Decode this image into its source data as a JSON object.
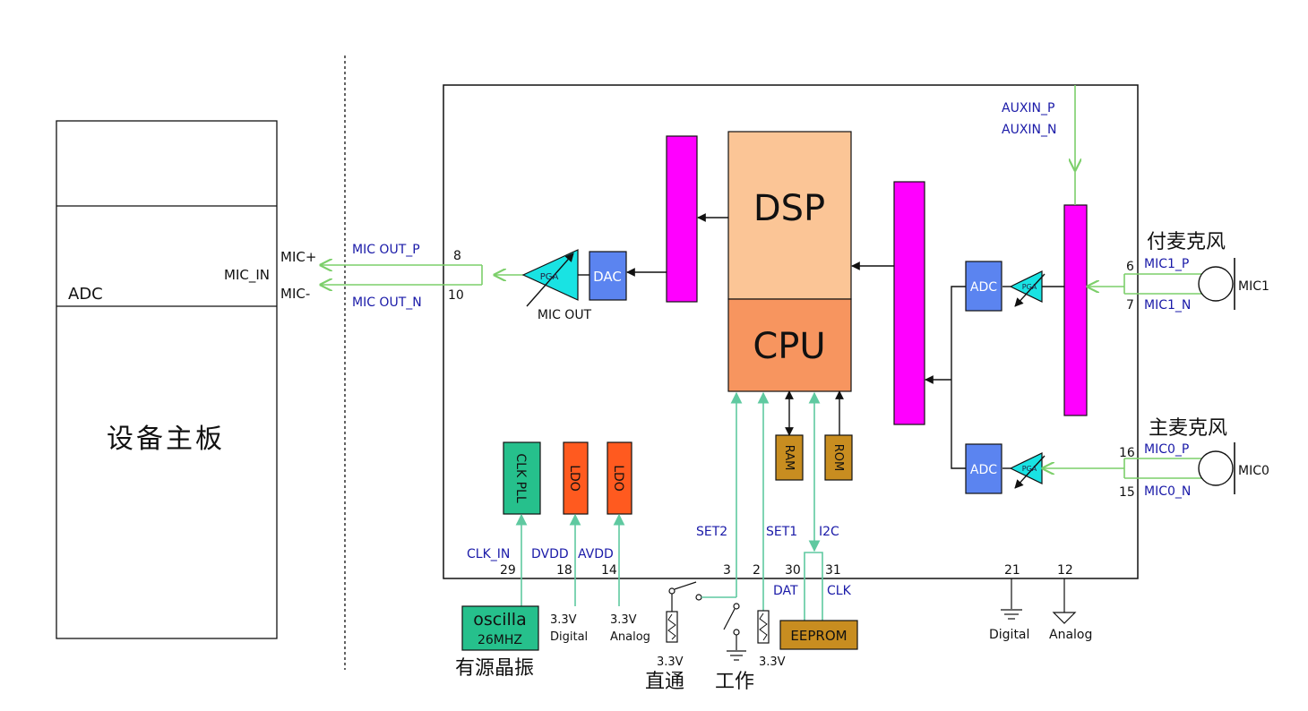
{
  "left_board": {
    "title": "设备主板",
    "adc_label": "ADC",
    "mic_in_label": "MIC_IN",
    "mic_plus": "MIC+",
    "mic_minus": "MIC-"
  },
  "mic_out": {
    "p_label": "MIC OUT_P",
    "n_label": "MIC OUT_N",
    "p_pin": "8",
    "n_pin": "10",
    "block_label": "MIC OUT",
    "pga": "PGA",
    "dac": "DAC"
  },
  "core": {
    "dsp": "DSP",
    "cpu": "CPU",
    "ram": "RAM",
    "rom": "ROM"
  },
  "aux": {
    "p": "AUXIN_P",
    "n": "AUXIN_N"
  },
  "mic1": {
    "title": "付麦克风",
    "name": "MIC1",
    "p": "MIC1_P",
    "n": "MIC1_N",
    "p_pin": "6",
    "n_pin": "7",
    "adc": "ADC",
    "pga": "PGA"
  },
  "mic0": {
    "title": "主麦克风",
    "name": "MIC0",
    "p": "MIC0_P",
    "n": "MIC0_N",
    "p_pin": "16",
    "n_pin": "15",
    "adc": "ADC",
    "pga": "PGA"
  },
  "power": {
    "clkpll": "CLK PLL",
    "ldo1": "LDO",
    "ldo2": "LDO",
    "clk_in": "CLK_IN",
    "dvdd": "DVDD",
    "avdd": "AVDD",
    "pin29": "29",
    "pin18": "18",
    "pin14": "14",
    "osc_line1": "oscilla",
    "osc_line2": "26MHZ",
    "osc_caption": "有源晶振",
    "v_digital": "3.3V",
    "digital": "Digital",
    "v_analog": "3.3V",
    "analog": "Analog"
  },
  "control": {
    "set2": "SET2",
    "set1": "SET1",
    "i2c": "I2C",
    "pin3": "3",
    "pin2": "2",
    "pin30": "30",
    "pin31": "31",
    "dat": "DAT",
    "clk": "CLK",
    "eeprom": "EEPROM",
    "v1": "3.3V",
    "v2": "3.3V",
    "straight": "直通",
    "work": "工作"
  },
  "ground": {
    "pin21": "21",
    "pin12": "12",
    "digital": "Digital",
    "analog": "Analog"
  },
  "colors": {
    "magenta": "#ff00ff",
    "dsp": "#fbc596",
    "cpu": "#f7955f",
    "blue_block": "#5b84f0",
    "pga": "#19e3e3",
    "green_block": "#26c08c",
    "orange_block": "#ff5a1f",
    "brown_block": "#c88d20",
    "green_wire": "#7ccf6a",
    "teal_wire": "#5fc9a0"
  }
}
